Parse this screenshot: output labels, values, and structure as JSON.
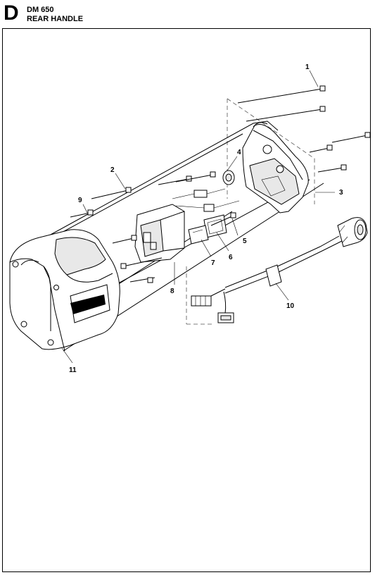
{
  "header": {
    "section_letter": "D",
    "model": "DM 650",
    "title": "REAR HANDLE"
  },
  "callouts": [
    {
      "id": "1",
      "label": "1"
    },
    {
      "id": "2",
      "label": "2"
    },
    {
      "id": "3",
      "label": "3"
    },
    {
      "id": "4",
      "label": "4"
    },
    {
      "id": "5",
      "label": "5"
    },
    {
      "id": "6",
      "label": "6"
    },
    {
      "id": "7",
      "label": "7"
    },
    {
      "id": "8",
      "label": "8"
    },
    {
      "id": "9",
      "label": "9"
    },
    {
      "id": "10",
      "label": "10"
    },
    {
      "id": "11",
      "label": "11"
    }
  ],
  "colors": {
    "ink": "#000000",
    "paper": "#ffffff",
    "dashed_leader": "#555555"
  }
}
